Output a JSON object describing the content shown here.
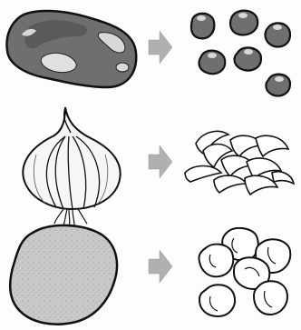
{
  "diagram": {
    "rows": [
      {
        "id": "meat",
        "input": "meat-chunk",
        "output": "diced-meat-pieces",
        "arrow": "right-arrow"
      },
      {
        "id": "onion",
        "input": "whole-onion",
        "output": "onion-slices",
        "arrow": "right-arrow"
      },
      {
        "id": "potato",
        "input": "whole-potato",
        "output": "diced-potato-cubes",
        "arrow": "right-arrow"
      }
    ],
    "colors": {
      "outline": "#111111",
      "meat_fill": "#6f6f6f",
      "meat_highlight": "#d8d8d8",
      "arrow_fill": "#b0b0b0",
      "potato_fill": "#c9c9c9",
      "onion_fill": "#f6f6f6",
      "piece_fill": "#ffffff"
    }
  }
}
